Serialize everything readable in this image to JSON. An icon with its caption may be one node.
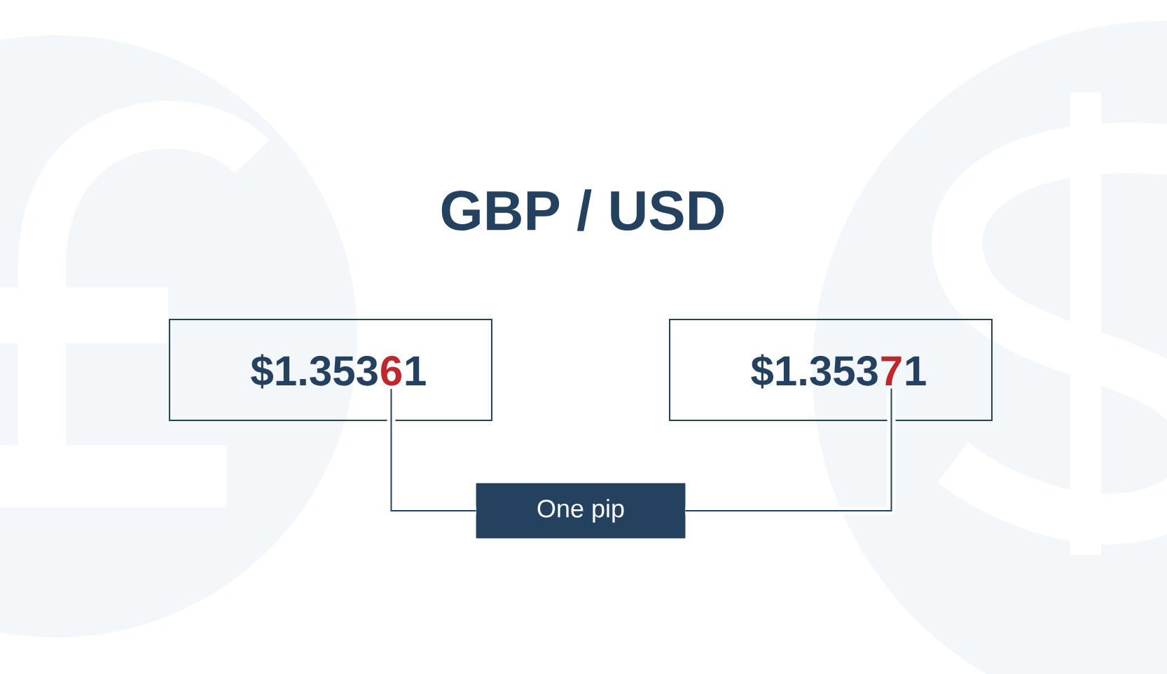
{
  "diagram": {
    "title": "GBP / USD",
    "nodes": [
      {
        "text": [
          "$1.353",
          "6",
          "1"
        ]
      },
      {
        "text": [
          "$1.353",
          "7",
          "1"
        ]
      },
      {
        "text": [
          "One pip"
        ]
      }
    ],
    "edges": [
      {
        "from": 2,
        "to": 0,
        "arrow": "none"
      },
      {
        "from": 2,
        "to": 1,
        "arrow": "none"
      }
    ]
  }
}
